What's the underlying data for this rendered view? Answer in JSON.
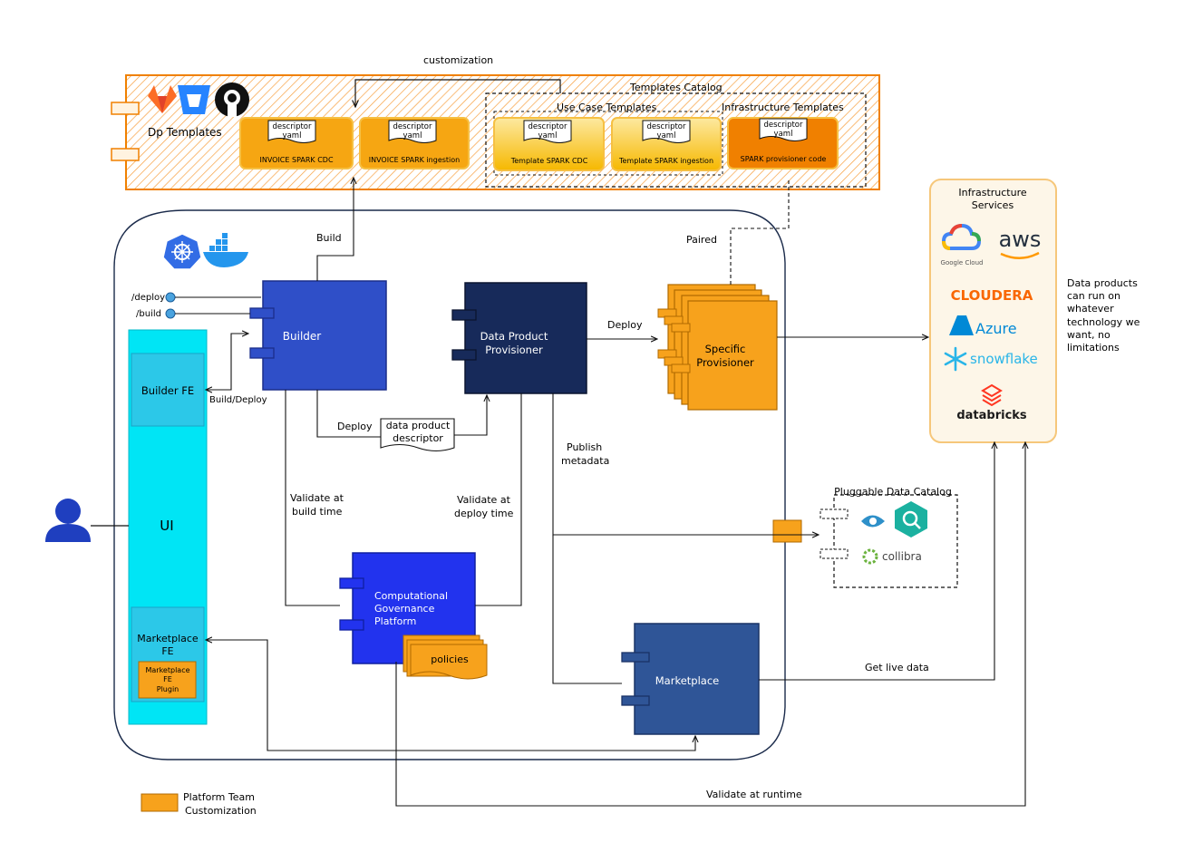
{
  "diagram": {
    "customization_label": "customization",
    "templates_catalog": {
      "title": "Templates Catalog",
      "use_case_title": "Use Case Templates",
      "infra_title": "Infrastructure Templates"
    },
    "dp_templates_label": "Dp Templates",
    "descriptor_label": [
      "descriptor",
      "yaml"
    ],
    "cards": {
      "invoice_cdc": "INVOICE SPARK CDC",
      "invoice_ingestion": "INVOICE SPARK ingestion",
      "template_cdc": "Template SPARK CDC",
      "template_ingestion": "Template SPARK ingestion",
      "spark_provisioner": "SPARK provisioner code"
    },
    "infra_services": {
      "title": [
        "Infrastructure",
        "Services"
      ],
      "google_cloud": "Google Cloud",
      "aws": "aws",
      "cloudera": "CLOUDERA",
      "azure": "Azure",
      "snowflake": "snowflake",
      "databricks": "databricks"
    },
    "infra_note": [
      "Data products",
      "can run on",
      "whatever",
      "technology we",
      "want, no",
      "limitations"
    ],
    "components": {
      "builder": "Builder",
      "dpp": [
        "Data Product",
        "Provisioner"
      ],
      "specific": [
        "Specific",
        "Provisioner"
      ],
      "governance": [
        "Computational",
        "Governance",
        "Platform"
      ],
      "policies": "policies",
      "marketplace": "Marketplace"
    },
    "ui": {
      "builder_fe": "Builder FE",
      "ui": "UI",
      "marketplace_fe": [
        "Marketplace",
        "FE"
      ],
      "plugin": [
        "Marketplace",
        "FE",
        "Plugin"
      ]
    },
    "endpoints": [
      "/deploy",
      "/build"
    ],
    "edge_labels": {
      "build": "Build",
      "paired": "Paired",
      "deploy_main": "Deploy",
      "deploy_desc": "Deploy",
      "build_deploy": "Build/Deploy",
      "descriptor_doc": [
        "data product",
        "descriptor"
      ],
      "publish": [
        "Publish",
        "metadata"
      ],
      "validate_build": [
        "Validate at",
        "build time"
      ],
      "validate_deploy": [
        "Validate at",
        "deploy time"
      ],
      "get_live": "Get live data",
      "validate_runtime": "Validate at runtime"
    },
    "catalog": {
      "title": "Pluggable Data Catalog",
      "collibra": "collibra"
    },
    "legend": [
      "Platform Team",
      "Customization"
    ],
    "colors": {
      "orange": "#f7a21c",
      "orange_dark": "#f08000",
      "yellow": "#f9c94a",
      "builder_blue": "#2f4fc8",
      "dpp_navy": "#172a5a",
      "gov_blue": "#2233ee",
      "market_blue": "#2f5597",
      "cyan": "#00e5f5",
      "ui_panel": "#2cc8e8"
    }
  }
}
